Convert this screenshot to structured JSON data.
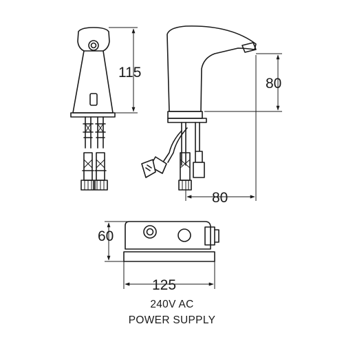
{
  "dimensions": {
    "front_height": "115",
    "side_height": "80",
    "side_depth": "80",
    "box_height": "60",
    "box_width": "125"
  },
  "caption": {
    "line1": "240V AC",
    "line2": "POWER SUPPLY"
  }
}
